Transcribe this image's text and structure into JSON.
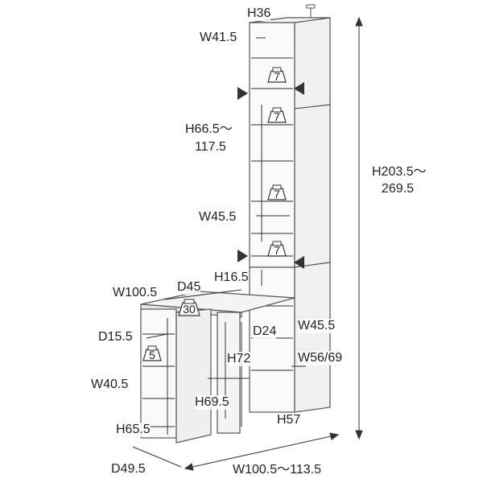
{
  "dimensions": {
    "h36": "H36",
    "w41_5": "W41.5",
    "h66_5_line1": "H66.5～",
    "h66_5_line2": "117.5",
    "h203_line1": "H203.5～",
    "h203_line2": "269.5",
    "w45_5_upper": "W45.5",
    "h16_5": "H16.5",
    "d45": "D45",
    "w100_5_desk": "W100.5",
    "d15_5": "D15.5",
    "d24": "D24",
    "w45_5_lower": "W45.5",
    "h72": "H72",
    "w56_69": "W56/69",
    "w40_5": "W40.5",
    "h69_5": "H69.5",
    "h57": "H57",
    "h65_5": "H65.5",
    "d49_5": "D49.5",
    "w100_5_113_5": "W100.5～113.5"
  },
  "load_badges": {
    "shelf1": "7",
    "shelf2": "7",
    "shelf3": "7",
    "shelf4": "7",
    "desk": "30",
    "side": "5"
  }
}
